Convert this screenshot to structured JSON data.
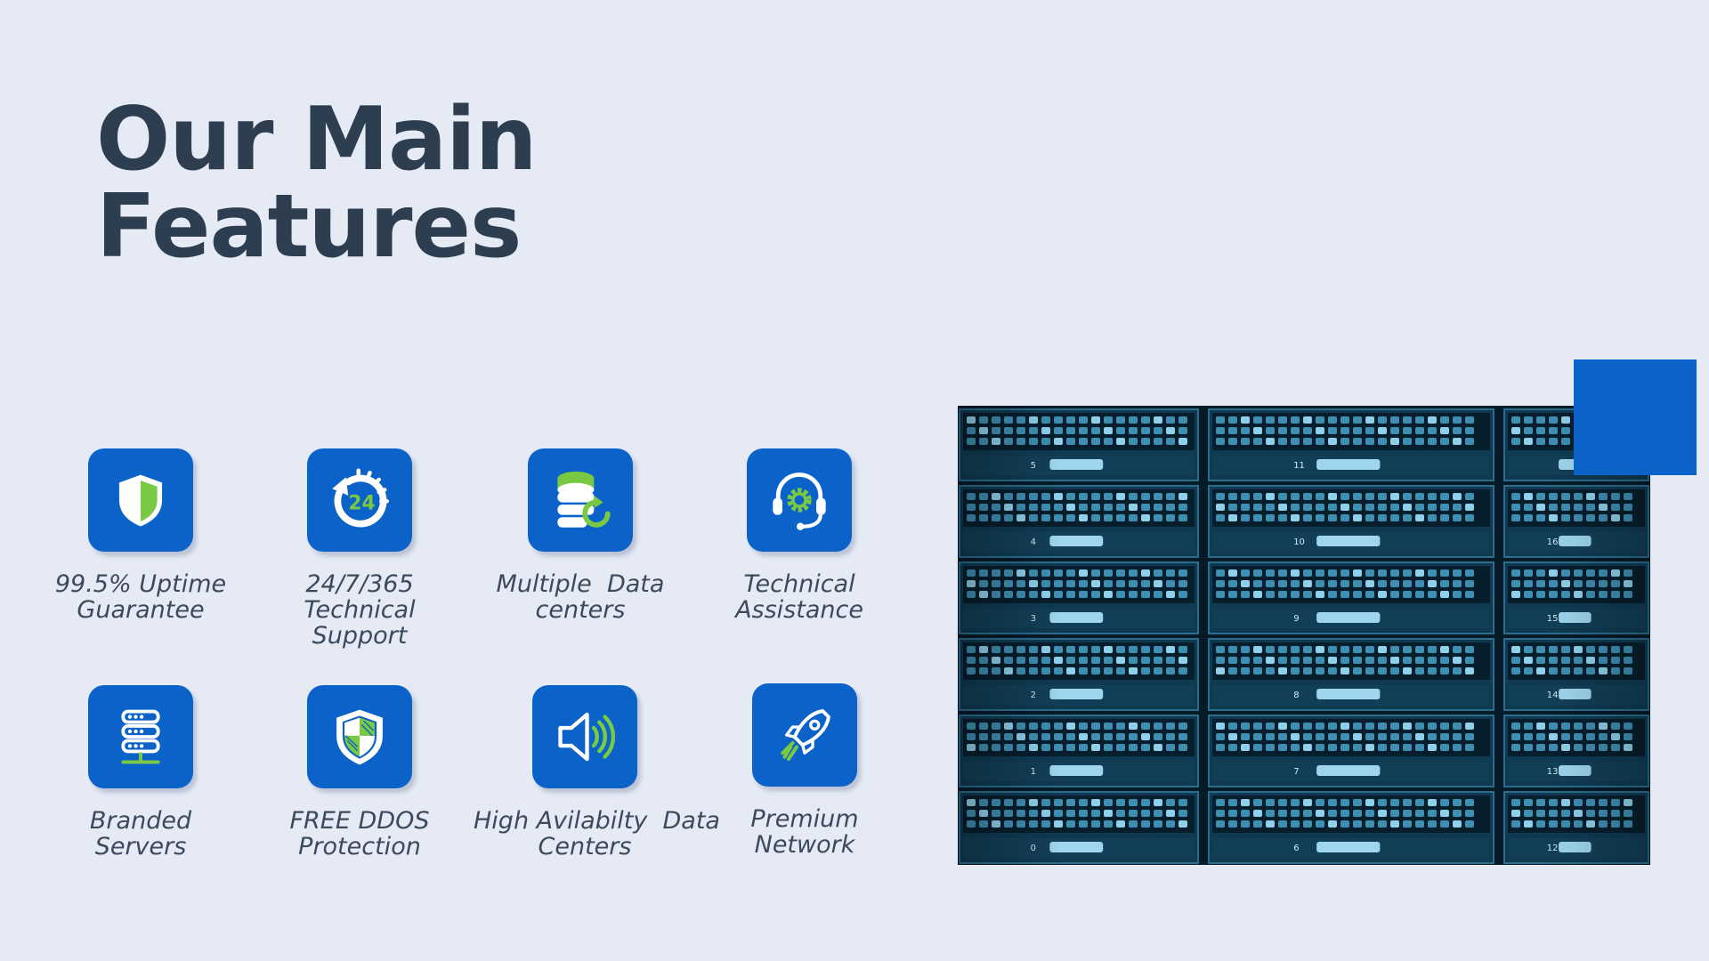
{
  "title": {
    "line1": "Our Main",
    "line2": "Features"
  },
  "features": [
    {
      "icon": "shield-icon",
      "label": [
        "99.5% Uptime",
        "Guarantee"
      ]
    },
    {
      "icon": "24-hour-support-icon",
      "label": [
        "24/7/365",
        "Technical",
        "Support"
      ]
    },
    {
      "icon": "database-sync-icon",
      "label": [
        "Multiple  Data",
        "centers"
      ]
    },
    {
      "icon": "headset-gear-icon",
      "label": [
        "Technical",
        "Assistance"
      ]
    },
    {
      "icon": "server-icon",
      "label": [
        "Branded",
        "Servers"
      ]
    },
    {
      "icon": "shield-check-icon",
      "label": [
        "FREE DDOS",
        "Protection"
      ]
    },
    {
      "icon": "speaker-icon",
      "label": [
        "High Avilabilty  Data",
        "Centers"
      ]
    },
    {
      "icon": "rocket-icon",
      "label": [
        "Premium",
        "Network"
      ]
    }
  ],
  "photo": {
    "description_icon": "server-rack-photo",
    "bay_numbers": [
      [
        "5",
        "11"
      ],
      [
        "4",
        "10",
        "16"
      ],
      [
        "3",
        "9",
        "15"
      ],
      [
        "2",
        "8",
        "14"
      ],
      [
        "1",
        "7",
        "13"
      ],
      [
        "0",
        "6",
        "12"
      ]
    ]
  },
  "colors": {
    "background": "#e5eaf5",
    "title": "#2c3e50",
    "tile": "#0b63c9",
    "icon_green": "#7ac943",
    "label": "#3b4a5c",
    "accent": "#0b63c9"
  }
}
